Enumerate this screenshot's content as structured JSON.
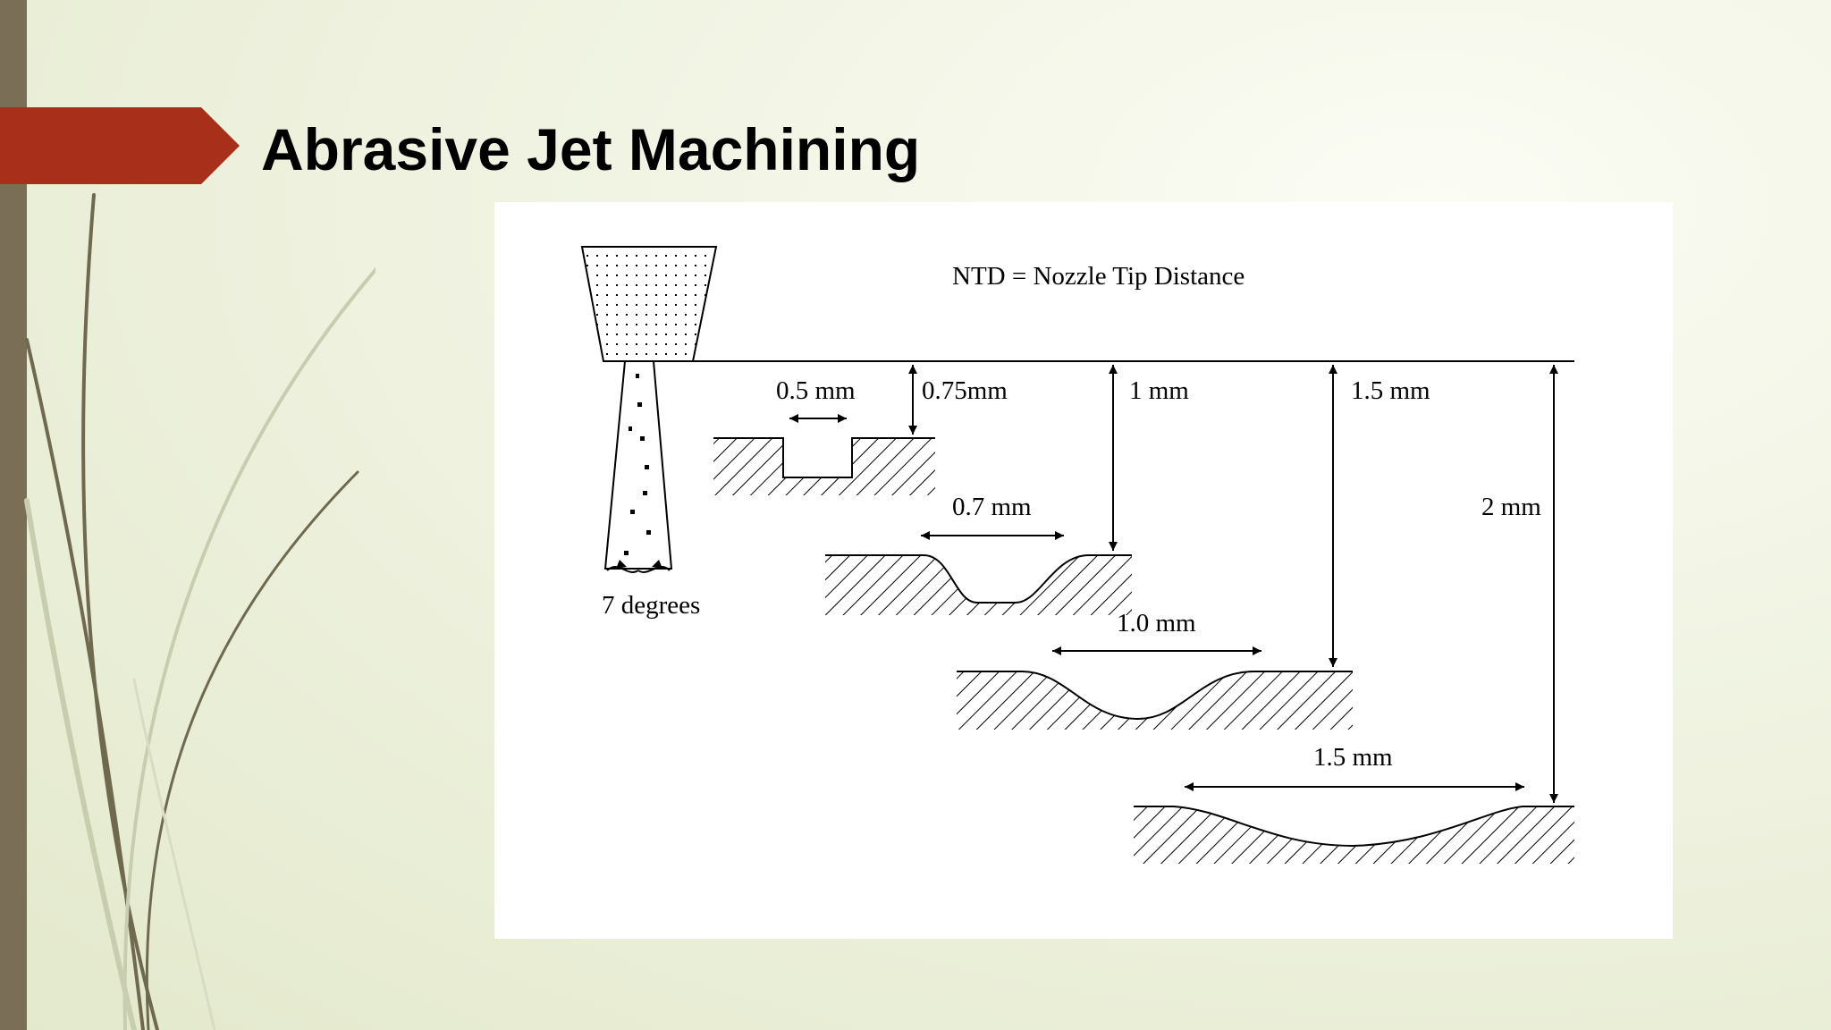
{
  "slide": {
    "title": "Abrasive Jet Machining"
  },
  "colors": {
    "accent": "#a8301a",
    "left_strip": "#7a6f56",
    "decorative_lines": "#6f6a4f",
    "panel": "#ffffff"
  },
  "diagram": {
    "legend": "NTD = Nozzle Tip Distance",
    "nozzle_angle_label": "7 degrees",
    "cases": [
      {
        "ntd": "0.75mm",
        "width": "0.5 mm"
      },
      {
        "ntd": "1 mm",
        "width": "0.7 mm"
      },
      {
        "ntd": "1.5 mm",
        "width": "1.0 mm"
      },
      {
        "ntd": "2 mm",
        "width": "1.5 mm"
      }
    ]
  }
}
